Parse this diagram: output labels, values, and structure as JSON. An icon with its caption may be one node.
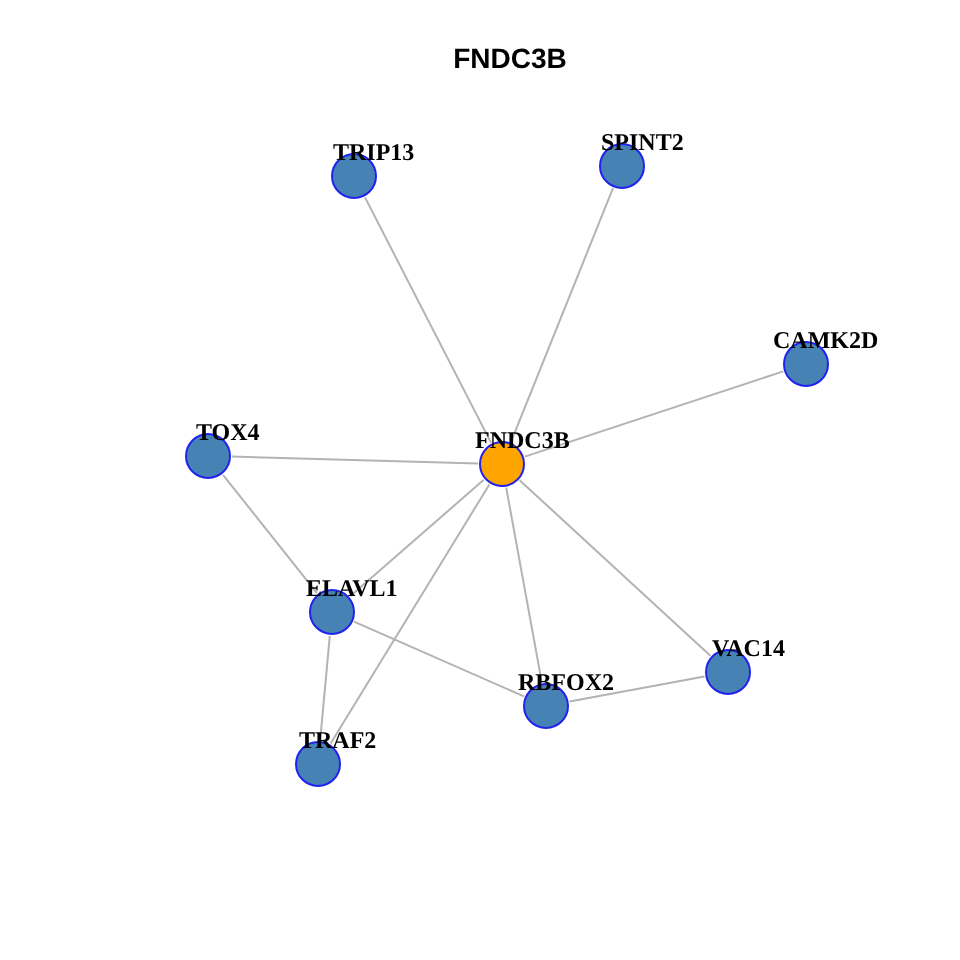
{
  "diagram": {
    "title": "FNDC3B",
    "nodes": [
      {
        "text": [
          "TRIP13"
        ]
      },
      {
        "text": [
          "SPINT2"
        ]
      },
      {
        "text": [
          "CAMK2D"
        ]
      },
      {
        "text": [
          "TOX4"
        ]
      },
      {
        "text": [
          "FNDC3B"
        ]
      },
      {
        "text": [
          "ELAVL1"
        ]
      },
      {
        "text": [
          "VAC14"
        ]
      },
      {
        "text": [
          "RBFOX2"
        ]
      },
      {
        "text": [
          "TRAF2"
        ]
      }
    ],
    "edges": [
      {
        "from": 4,
        "to": 0,
        "arrow": "none"
      },
      {
        "from": 4,
        "to": 1,
        "arrow": "none"
      },
      {
        "from": 4,
        "to": 2,
        "arrow": "none"
      },
      {
        "from": 4,
        "to": 3,
        "arrow": "none"
      },
      {
        "from": 4,
        "to": 5,
        "arrow": "none"
      },
      {
        "from": 4,
        "to": 7,
        "arrow": "none"
      },
      {
        "from": 4,
        "to": 6,
        "arrow": "none"
      },
      {
        "from": 4,
        "to": 8,
        "arrow": "none"
      },
      {
        "from": 3,
        "to": 5,
        "arrow": "none"
      },
      {
        "from": 5,
        "to": 8,
        "arrow": "none"
      },
      {
        "from": 5,
        "to": 7,
        "arrow": "none"
      },
      {
        "from": 7,
        "to": 6,
        "arrow": "none"
      }
    ]
  }
}
